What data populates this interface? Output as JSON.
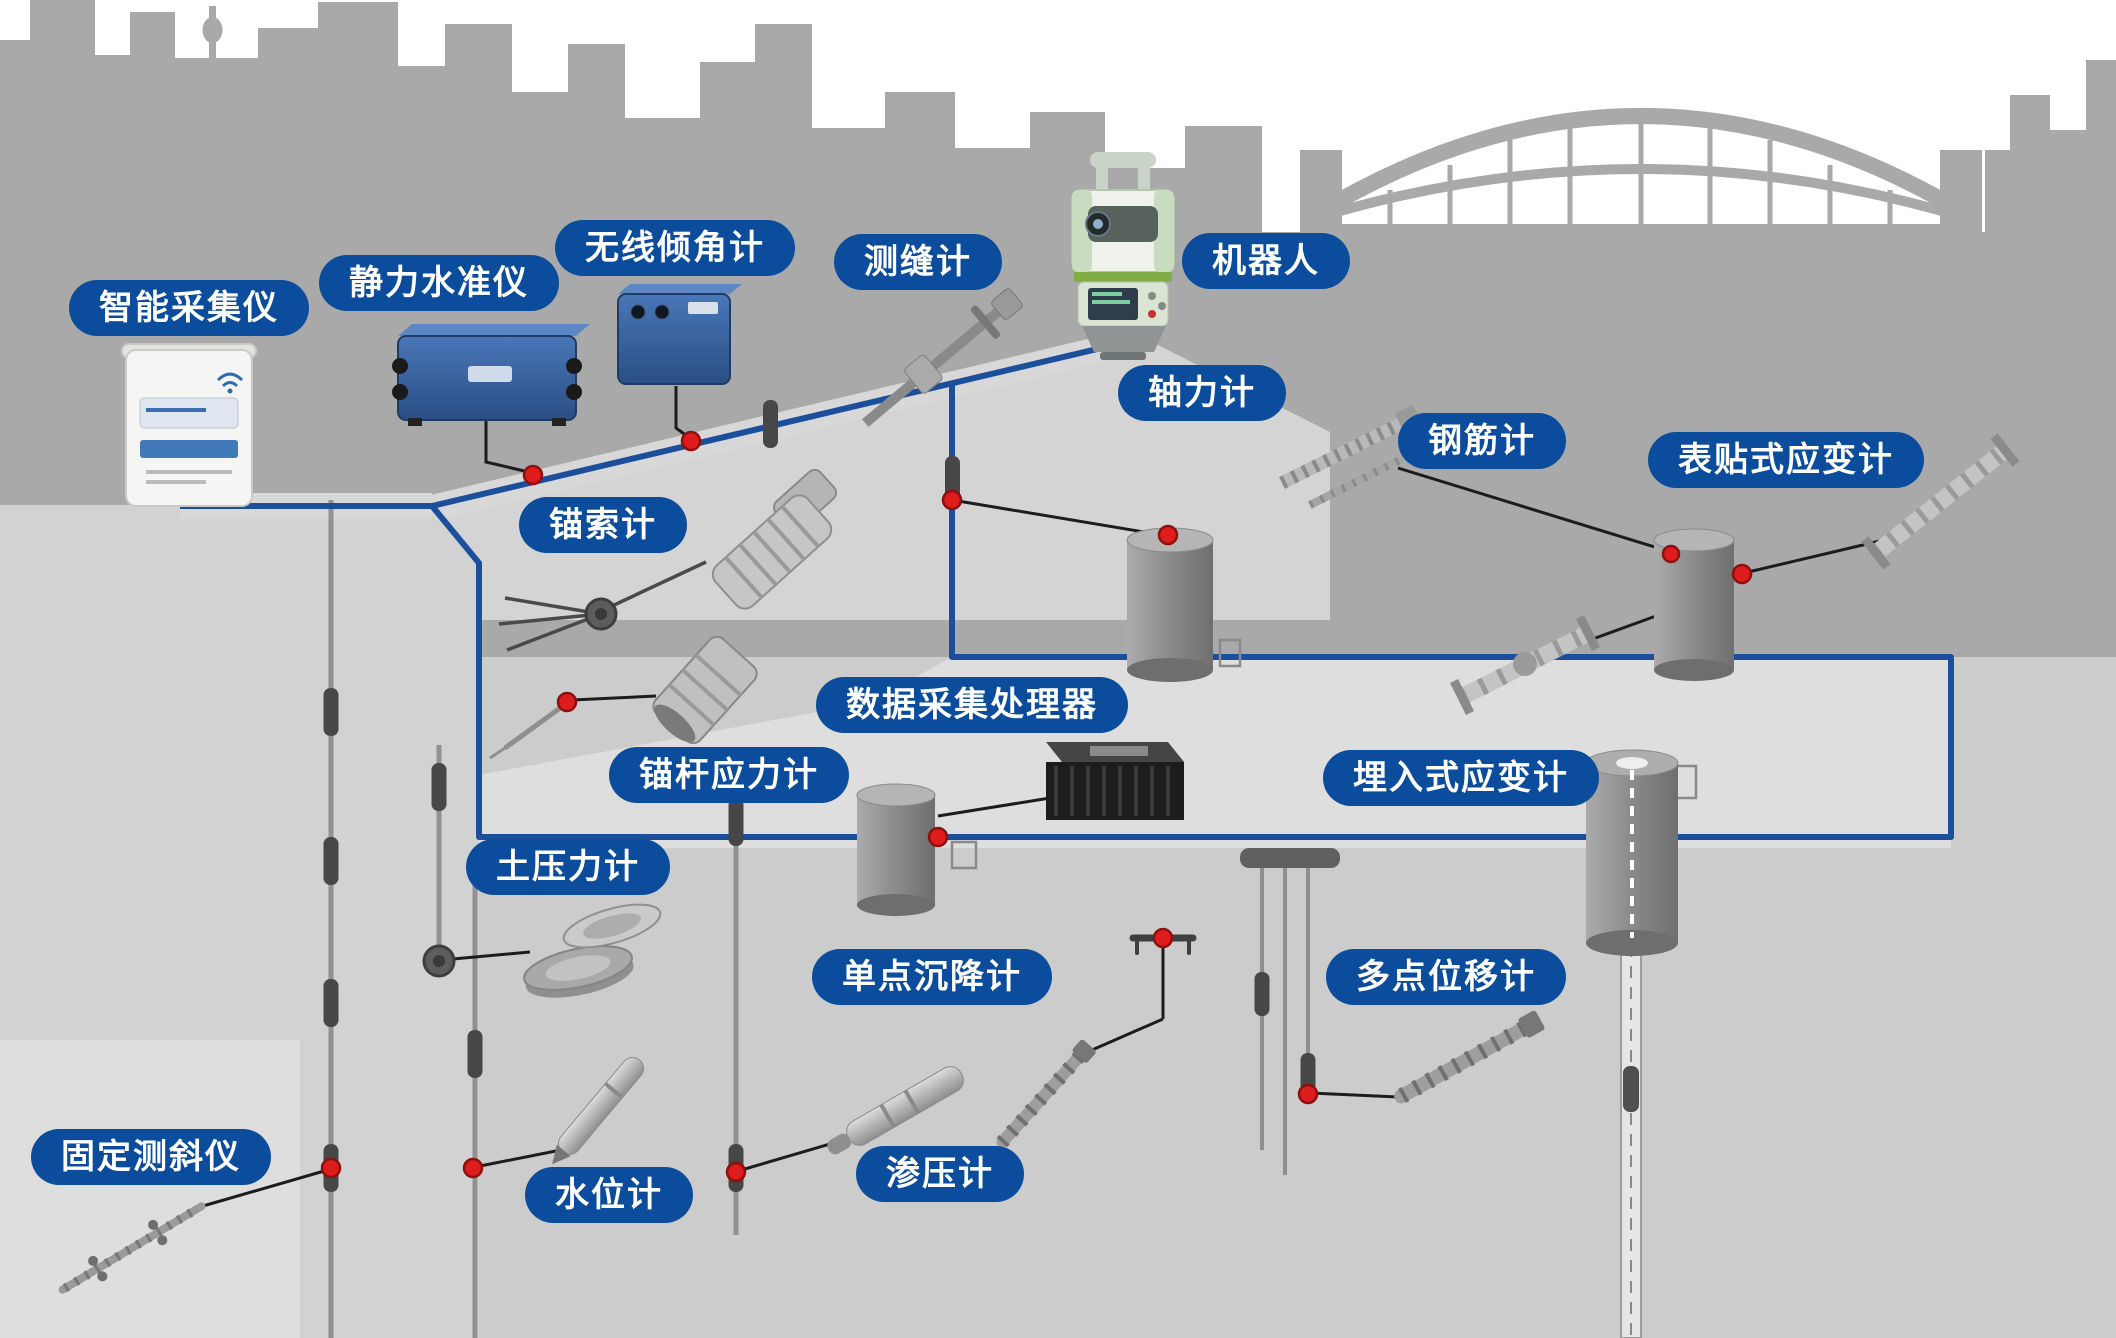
{
  "diagram": {
    "labels": [
      {
        "id": "smart-collector",
        "text": "智能采集仪"
      },
      {
        "id": "static-level",
        "text": "静力水准仪"
      },
      {
        "id": "wireless-inclinometer",
        "text": "无线倾角计"
      },
      {
        "id": "crack-meter",
        "text": "测缝计"
      },
      {
        "id": "robot-total-station",
        "text": "机器人"
      },
      {
        "id": "axial-force-meter",
        "text": "轴力计"
      },
      {
        "id": "rebar-meter",
        "text": "钢筋计"
      },
      {
        "id": "surface-strain-gauge",
        "text": "表贴式应变计"
      },
      {
        "id": "anchor-cable-meter",
        "text": "锚索计"
      },
      {
        "id": "data-processor",
        "text": "数据采集处理器"
      },
      {
        "id": "anchor-bolt-stress-meter",
        "text": "锚杆应力计"
      },
      {
        "id": "embedded-strain-gauge",
        "text": "埋入式应变计"
      },
      {
        "id": "earth-pressure-meter",
        "text": "土压力计"
      },
      {
        "id": "single-point-settlement",
        "text": "单点沉降计"
      },
      {
        "id": "multi-point-extensometer",
        "text": "多点位移计"
      },
      {
        "id": "fixed-inclinometer",
        "text": "固定测斜仪"
      },
      {
        "id": "water-level-meter",
        "text": "水位计"
      },
      {
        "id": "piezometer",
        "text": "渗压计"
      }
    ],
    "icons": [
      "city-skyline-silhouette",
      "harbour-bridge-silhouette",
      "tower-icon",
      "data-logger-cabinet",
      "blue-instrument-box",
      "total-station",
      "gray-cylinder-sensor",
      "metal-tube-sensor",
      "auger-anchor",
      "borehole-line",
      "sensor-segment",
      "red-connection-dot",
      "junction-circle",
      "cable-line"
    ]
  },
  "colors": {
    "pill_bg": "#0b4d9c",
    "pill_text": "#ffffff",
    "cable_blue": "#1b4f9c",
    "dot_red": "#de1c1c",
    "silhouette_gray": "#a9a9a9",
    "ground_light": "#d2d2d2",
    "platform_light": "#dedede"
  }
}
